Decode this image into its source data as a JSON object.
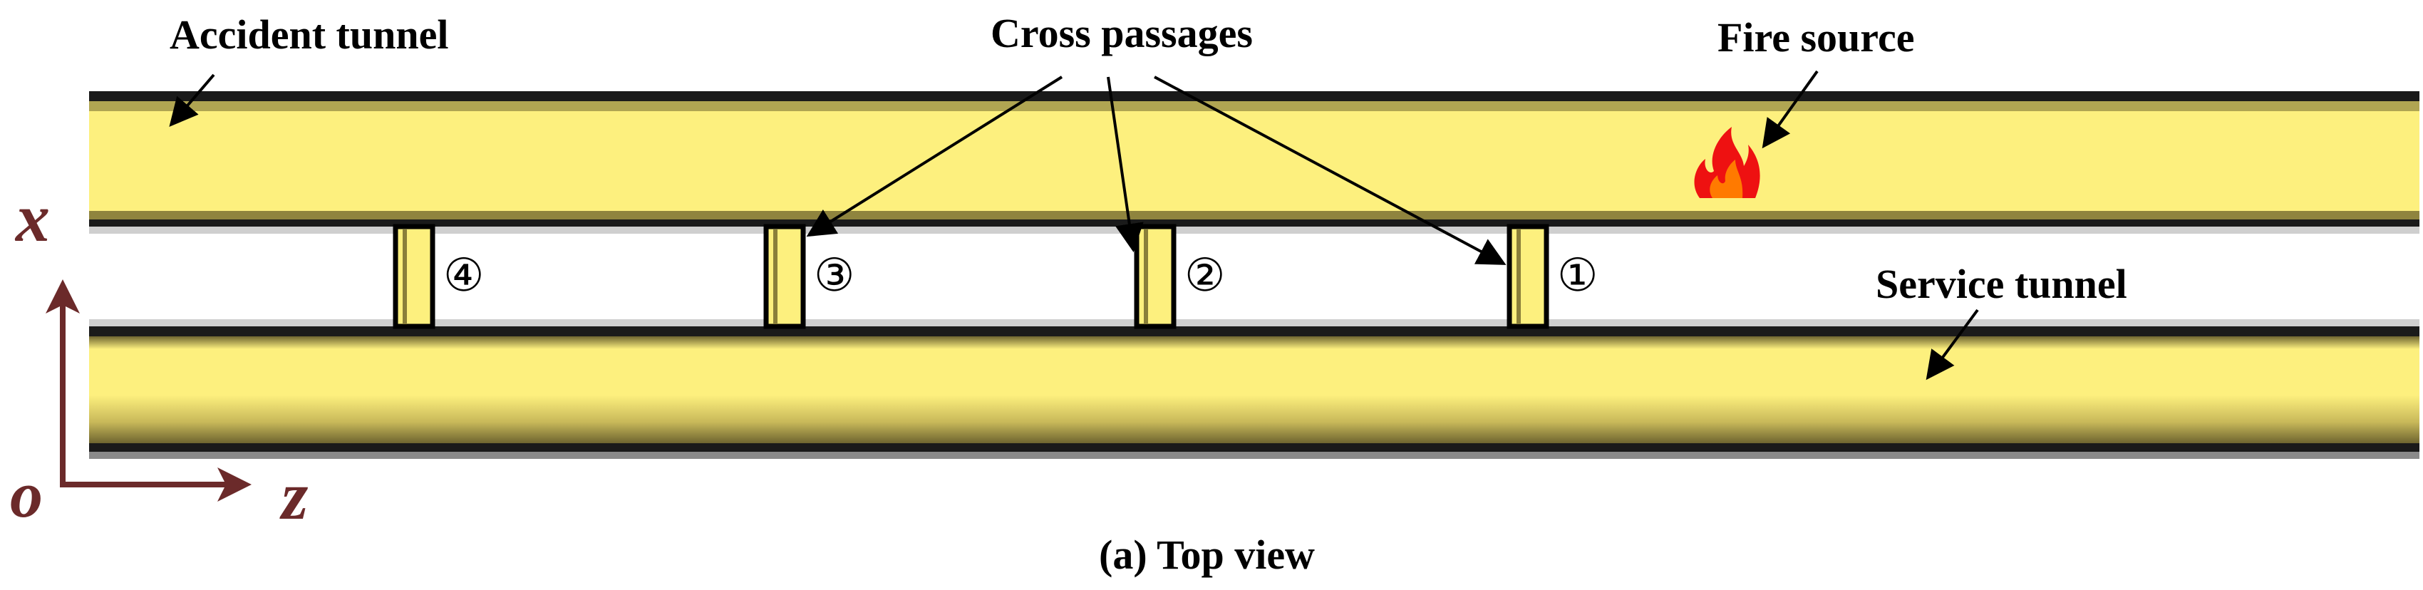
{
  "labels": {
    "accident_tunnel": "Accident tunnel",
    "cross_passages": "Cross passages",
    "fire_source": "Fire source",
    "service_tunnel": "Service tunnel",
    "caption": "(a) Top view"
  },
  "axes": {
    "x_label": "x",
    "z_label": "z",
    "origin_label": "o"
  },
  "passages": [
    {
      "number": "④"
    },
    {
      "number": "③"
    },
    {
      "number": "②"
    },
    {
      "number": "①"
    }
  ],
  "colors": {
    "tunnel_fill": "#fdf07e",
    "tunnel_border": "#000000",
    "tunnel_shadow": "#9a8a3a",
    "axis": "#6b2a2a",
    "fire_red": "#ee1111",
    "fire_orange": "#ff7a00",
    "arrow": "#000000"
  },
  "icons": {
    "fire": "flame-icon"
  }
}
